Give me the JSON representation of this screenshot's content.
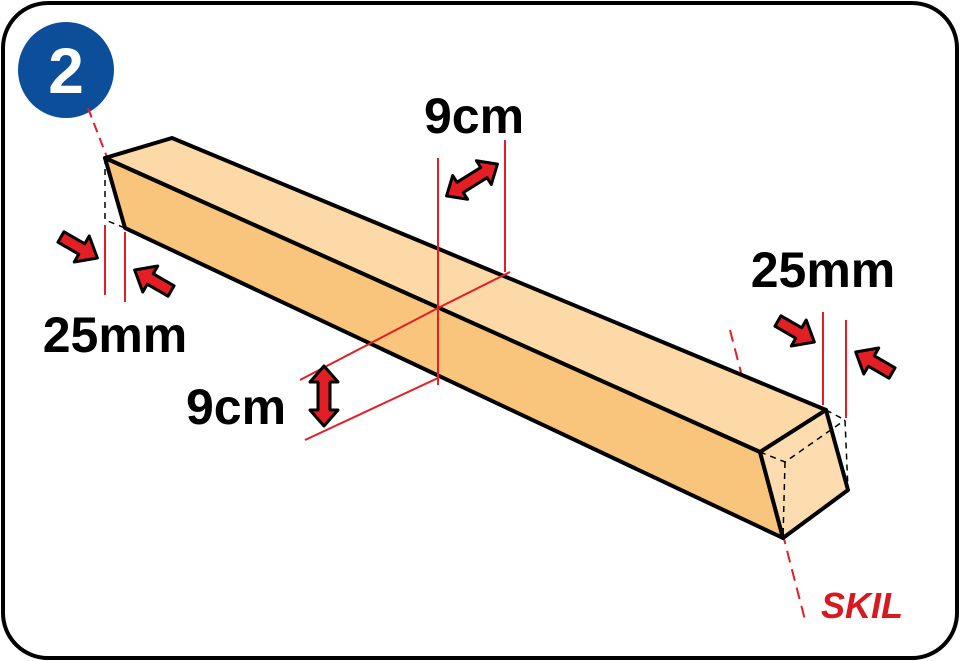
{
  "step": {
    "number": "2",
    "badge_color": "#0D4E9A"
  },
  "labels": {
    "top_width": "9cm",
    "side_height": "9cm",
    "left_cut": "25mm",
    "right_cut": "25mm"
  },
  "brand": {
    "name": "SKIL",
    "color": "#D71920"
  },
  "colors": {
    "top_face": "#FCD9A6",
    "front_face": "#F9C47C",
    "end_face": "#FDDDB0",
    "guide_red": "#E31E24"
  }
}
